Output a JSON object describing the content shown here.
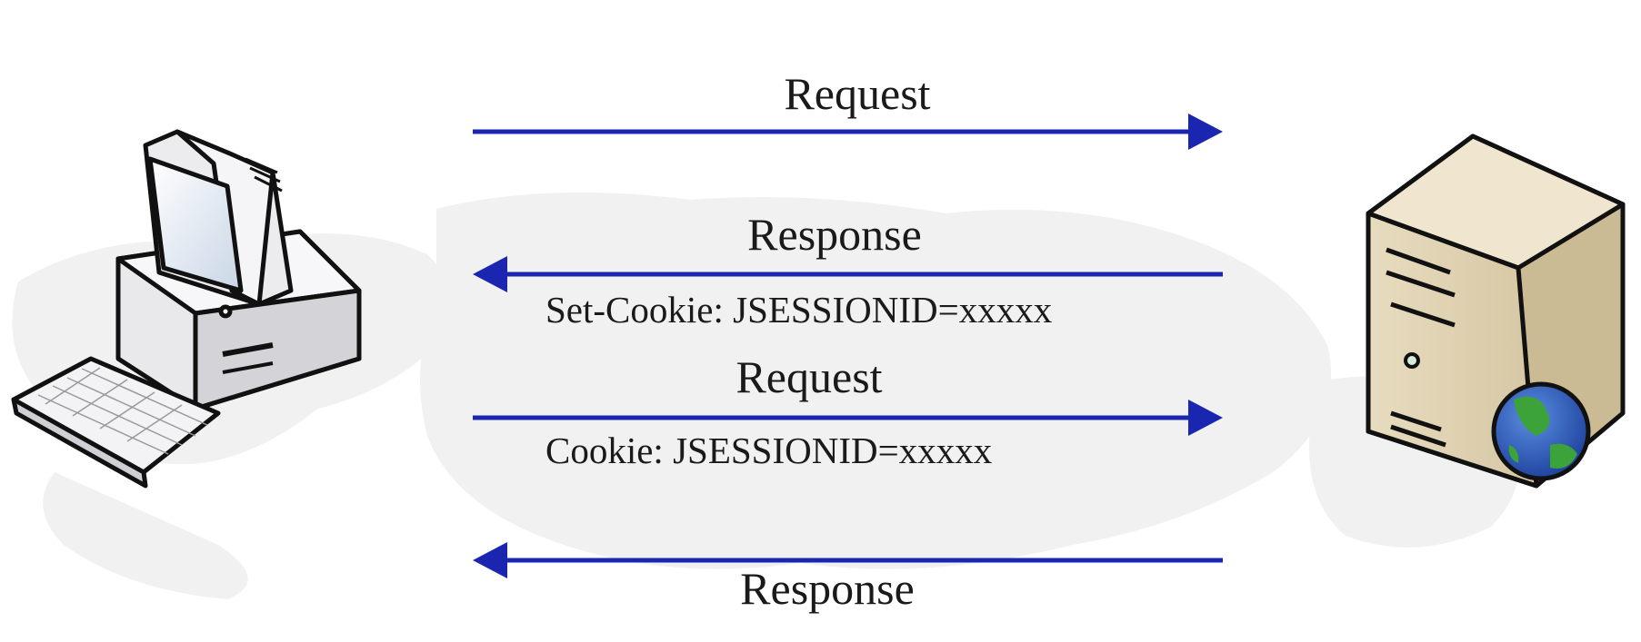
{
  "diagram": {
    "client": {
      "icon": "desktop-computer-icon"
    },
    "server": {
      "icon": "server-tower-with-globe-icon"
    },
    "arrow_color": "#1a26b0",
    "messages": [
      {
        "direction": "to-server",
        "label": "Request",
        "detail": ""
      },
      {
        "direction": "to-client",
        "label": "Response",
        "detail": "Set-Cookie: JSESSIONID=xxxxx"
      },
      {
        "direction": "to-server",
        "label": "Request",
        "detail": "Cookie: JSESSIONID=xxxxx"
      },
      {
        "direction": "to-client",
        "label": "Response",
        "detail": ""
      }
    ]
  }
}
